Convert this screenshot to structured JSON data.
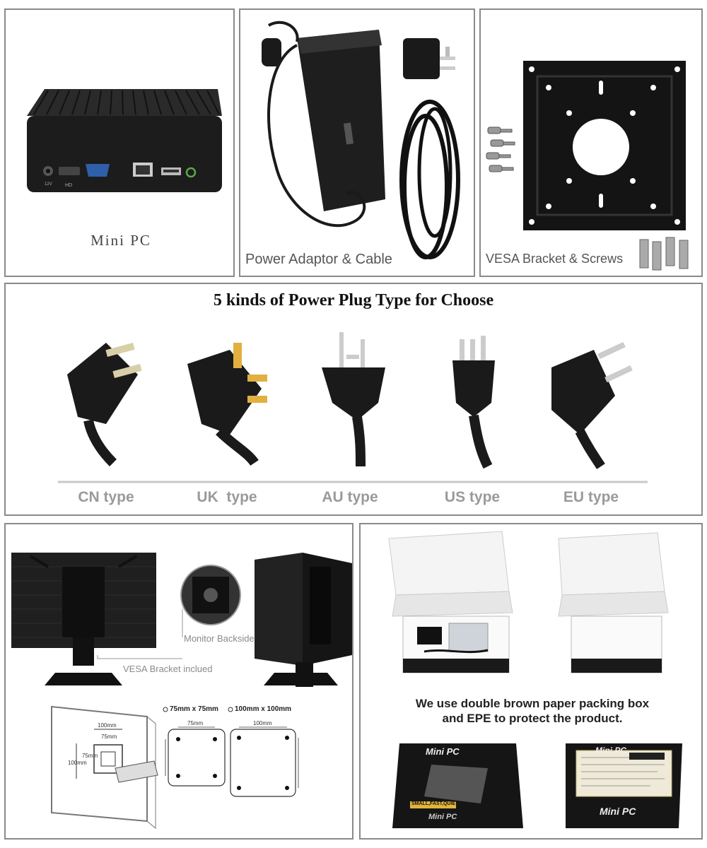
{
  "panels": {
    "mini_pc": {
      "caption": "Mini PC",
      "port_labels": [
        "12V",
        "HD"
      ]
    },
    "power": {
      "caption": "Power Adaptor & Cable"
    },
    "vesa": {
      "caption": "VESA Bracket & Screws"
    }
  },
  "plugs": {
    "title": "5 kinds of Power Plug Type for Choose",
    "types": [
      "CN type",
      "UK  type",
      "AU type",
      "US type",
      "EU type"
    ]
  },
  "mounting": {
    "monitor_backside": "Monitor Backside",
    "bracket_included": "VESA Bracket inclued",
    "option_75": "75mm x 75mm",
    "option_100": "100mm x 100mm",
    "dim_75": "75mm",
    "dim_100": "100mm"
  },
  "packing": {
    "text_line1": "We use double brown paper packing box",
    "text_line2": "and EPE to protect the product.",
    "box_label": "Mini PC",
    "box_slogan": "SMALL,FAST,QUIET"
  },
  "colors": {
    "border": "#8a8a8a",
    "device": "#1c1c1c",
    "caption_grey": "#9a9a9a"
  }
}
